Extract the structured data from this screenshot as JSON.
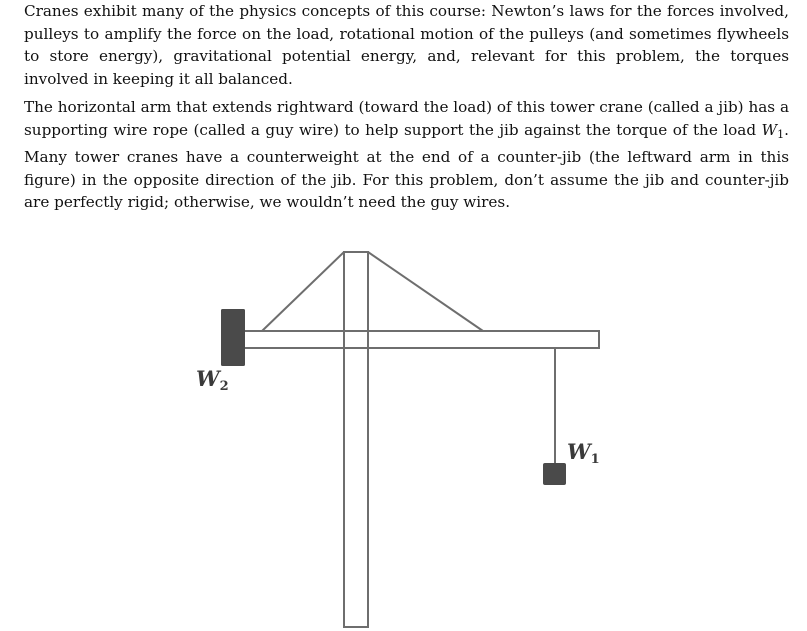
{
  "paragraphs": {
    "p1": "Cranes exhibit many of the physics concepts of this course: Newton’s laws for the forces involved, pulleys to amplify the force on the load, rotational motion of the pulleys (and sometimes flywheels to store energy), gravitational potential energy, and, relevant for this problem, the torques involved in keeping it all balanced.",
    "p2_a": "The horizontal arm that extends rightward (toward the load) of this tower crane (called a jib) has a supporting wire rope (called a guy wire) to help support the jib against the torque of the load ",
    "p2_w": "W",
    "p2_w_sub": "1",
    "p2_b": ". Many tower cranes have a counterweight at the end of a counter-jib (the leftward arm in this figure) in the opposite direction of the jib. For this problem, don’t assume the jib and counter-jib are perfectly rigid; otherwise, we wouldn’t need the guy wires."
  },
  "figure": {
    "label_w2": "W",
    "label_w2_sub": "2",
    "label_w1": "W",
    "label_w1_sub": "1",
    "colors": {
      "frame_stroke": "#6e6e6e",
      "frame_fill": "#ffffff",
      "weight_fill": "#4a4a4a",
      "cable": "#6e6e6e"
    }
  }
}
